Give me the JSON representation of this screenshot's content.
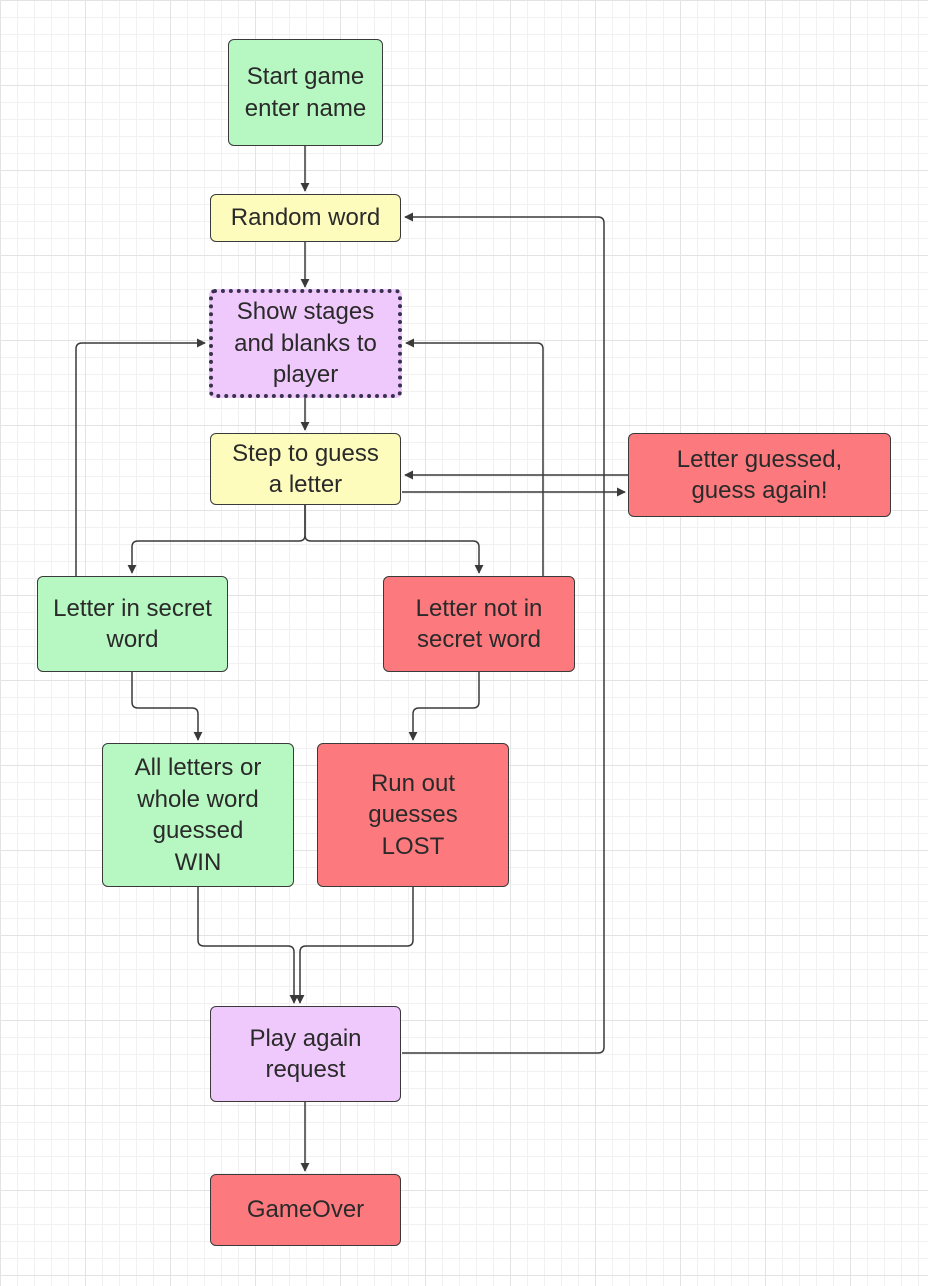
{
  "colors": {
    "green": "#b7f7c1",
    "yellow": "#fdfcbd",
    "purple": "#efc9fc",
    "red": "#fc7a7e",
    "line": "#3a3a3a"
  },
  "nodes": {
    "start": "Start game\nenter name",
    "random_word": "Random word",
    "show_stages": "Show stages\nand blanks to\nplayer",
    "step_guess": "Step to guess\na letter",
    "letter_guessed": "Letter guessed,\nguess again!",
    "letter_in": "Letter in secret\nword",
    "letter_not_in": "Letter not in\nsecret word",
    "win": "All letters or\nwhole word\nguessed\nWIN",
    "lost": "Run out\nguesses\nLOST",
    "play_again": "Play again\nrequest",
    "game_over": "GameOver"
  }
}
